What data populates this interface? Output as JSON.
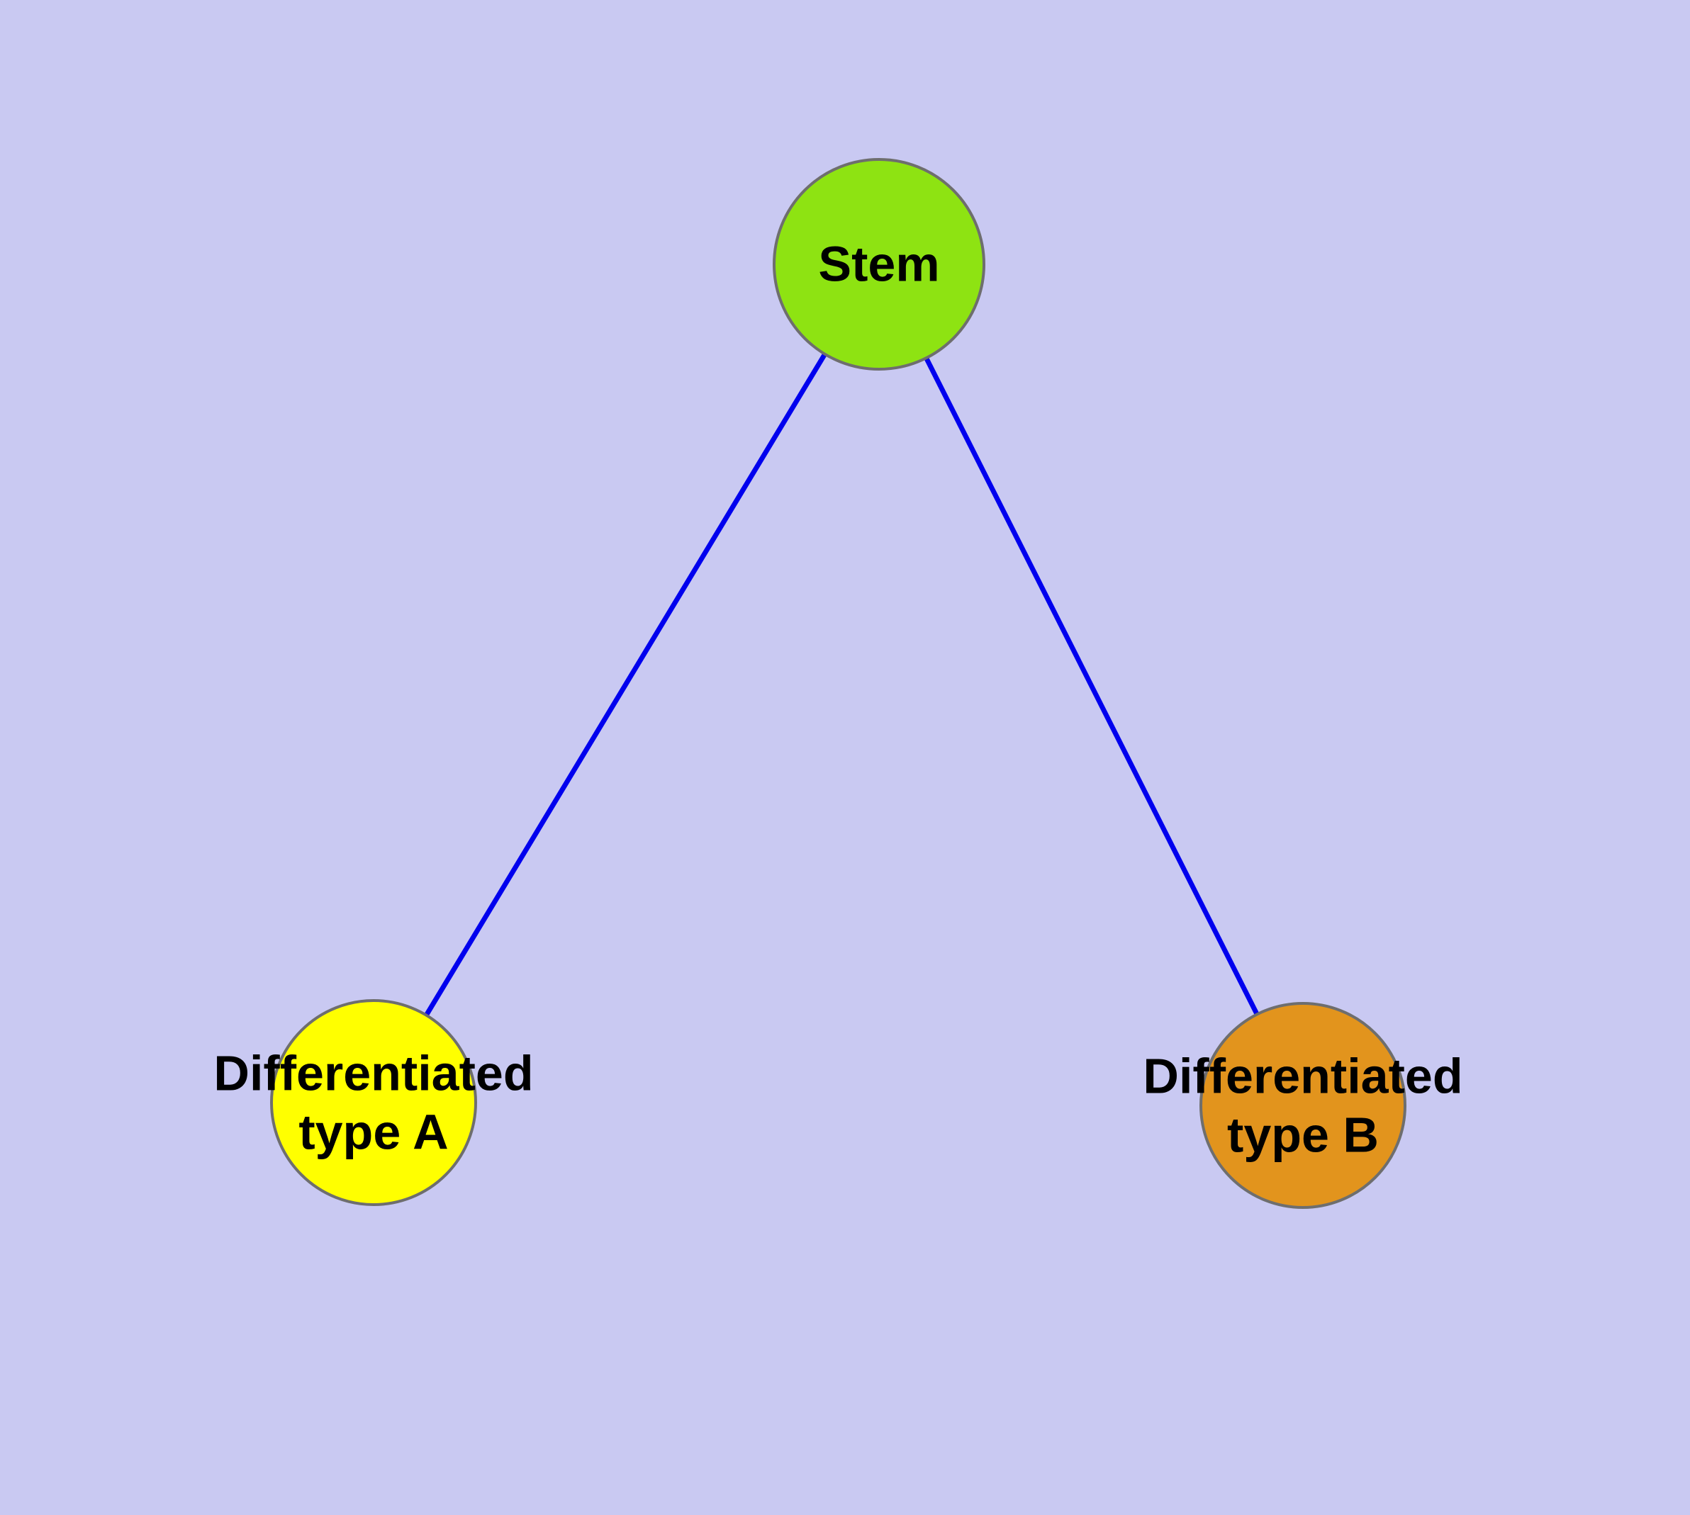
{
  "diagram": {
    "background_color": "#c9c9f2",
    "edge_color": "#0008f0",
    "node_border_color": "#6e6e6e",
    "text_color": "#000000",
    "nodes": [
      {
        "id": "stem",
        "label": "Stem",
        "color": "#8ee312"
      },
      {
        "id": "type-a",
        "label": "Differentiated\ntype A",
        "color": "#ffff00"
      },
      {
        "id": "type-b",
        "label": "Differentiated\ntype B",
        "color": "#e2941d"
      }
    ],
    "edges": [
      {
        "from": "stem",
        "to": "type-a"
      },
      {
        "from": "stem",
        "to": "type-b"
      }
    ]
  }
}
